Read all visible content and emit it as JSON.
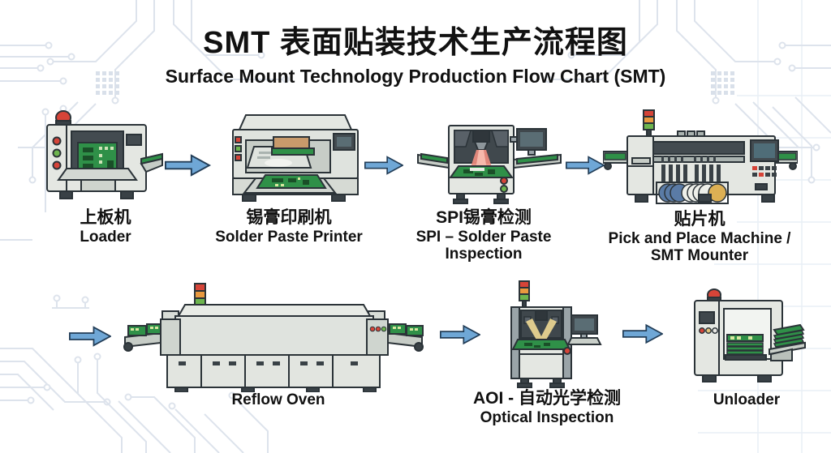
{
  "header": {
    "title_zh": "SMT 表面贴装技术生产流程图",
    "title_en": "Surface Mount Technology Production Flow Chart (SMT)"
  },
  "flow": {
    "rows": 2,
    "direction": "left-to-right",
    "arrow_count": 6,
    "stations": [
      {
        "id": "loader",
        "order": 1,
        "label_zh": "上板机",
        "label_en": "Loader"
      },
      {
        "id": "solder-paste-printer",
        "order": 2,
        "label_zh": "锡膏印刷机",
        "label_en": "Solder Paste Printer"
      },
      {
        "id": "spi",
        "order": 3,
        "label_zh": "SPI锡膏检测",
        "label_en": "SPI – Solder Paste Inspection"
      },
      {
        "id": "pick-and-place",
        "order": 4,
        "label_zh": "贴片机",
        "label_en": "Pick and Place Machine / SMT Mounter"
      },
      {
        "id": "reflow-oven",
        "order": 5,
        "label_zh": "",
        "label_en": "Reflow Oven"
      },
      {
        "id": "aoi",
        "order": 6,
        "label_zh": "AOI - 自动光学检测",
        "label_en": "Optical Inspection"
      },
      {
        "id": "unloader",
        "order": 7,
        "label_zh": "",
        "label_en": "Unloader"
      }
    ]
  },
  "colors": {
    "background": "#ffffff",
    "text": "#111111",
    "arrow_fill": "#6fa7d6",
    "arrow_outline": "#223d57",
    "machine_body": "#e4e7e2",
    "machine_shadow": "#cfd5cf",
    "machine_outline": "#2b3338",
    "window_dark": "#434b50",
    "pcb_green": "#2f9048",
    "pcb_component": "#1a4f28",
    "tower_light_red": "#d64438",
    "tower_light_orange": "#e9993f",
    "tower_light_green": "#6db54e",
    "squeegee_tan": "#c89a6b",
    "spi_beam_pink": "#ef8d80",
    "aoi_beam_yellow": "#ecd793",
    "reel_blue": "#5a7ba6",
    "reel_yellow": "#ddb054",
    "circuit_trace": "#dde3ec",
    "grid_line": "#e9eff6"
  }
}
